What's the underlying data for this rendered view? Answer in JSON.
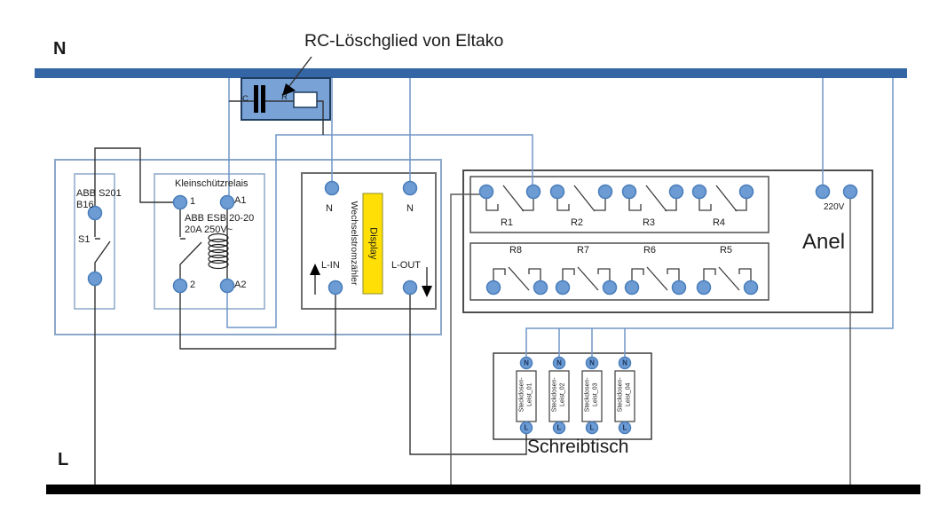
{
  "rails": {
    "n": "N",
    "l": "L"
  },
  "title": "RC-Löschglied von Eltako",
  "rc": {
    "c_label": "C",
    "r_label": "R"
  },
  "breaker": {
    "label": "ABB S201\nB16",
    "switch_label": "S1"
  },
  "contactor": {
    "title": "Kleinschützrelais",
    "spec": "ABB ESB 20-20\n20A 250V~",
    "t1": "1",
    "a1": "A1",
    "t2": "2",
    "a2": "A2"
  },
  "meter": {
    "name": "Wechselstromzähler",
    "display": "Display",
    "n_left": "N",
    "n_right": "N",
    "l_in": "L-IN",
    "l_out": "L-OUT"
  },
  "anel": {
    "name": "Anel",
    "voltage": "220V",
    "relays_top": [
      "R1",
      "R2",
      "R3",
      "R4"
    ],
    "relays_bottom": [
      "R8",
      "R7",
      "R6",
      "R5"
    ]
  },
  "desk": {
    "label": "Schreibtisch",
    "strips": [
      {
        "name": "Steckdosen-\nLeist_01",
        "n": "N",
        "l": "L"
      },
      {
        "name": "Steckdosen-\nLeist_02",
        "n": "N",
        "l": "L"
      },
      {
        "name": "Steckdosen-\nLeist_03",
        "n": "N",
        "l": "L"
      },
      {
        "name": "Steckdosen-\nLeist_04",
        "n": "N",
        "l": "L"
      }
    ]
  },
  "colors": {
    "n_rail": "#3465a4",
    "l_rail": "#000000",
    "blue_wire": "#7095c5",
    "light_box": "#8ba7c9",
    "rc_fill": "#79a3d6",
    "terminal_fill": "#6d9bd3",
    "terminal_stroke": "#4a7ebb",
    "display_yellow": "#ffdf05"
  }
}
